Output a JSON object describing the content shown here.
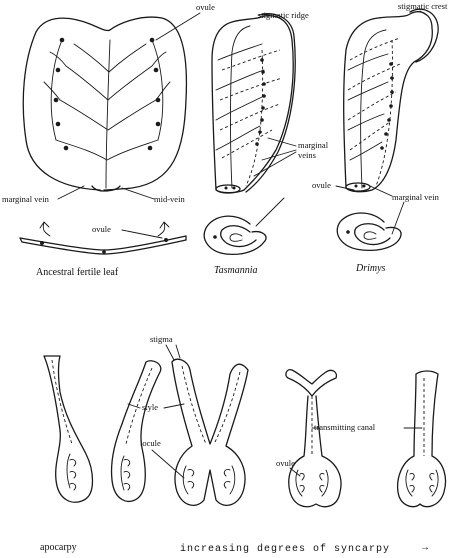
{
  "top": {
    "labels": {
      "ovule_top": "ovule",
      "stigmatic_ridge": "stigmatic ridge",
      "stigmatic_crest": "stigmatic crest",
      "marginal_veins": "marginal\nveins",
      "marginal_vein_left": "marginal vein",
      "mid_vein": "mid-vein",
      "ovule_right": "ovule",
      "marginal_vein_right": "marginal vein",
      "ovule_leaf": "ovule"
    },
    "captions": {
      "ancestral": "Ancestral fertile leaf",
      "tasmannia": "Tasmannia",
      "drimys": "Drimys"
    }
  },
  "bottom": {
    "labels": {
      "stigma": "stigma",
      "style": "style",
      "locule": "locule",
      "transmitting_canal": "transmitting canal",
      "ovule": "ovule"
    },
    "captions": {
      "apocarpy": "apocarpy",
      "syncarpy": "increasing degrees of syncarpy",
      "arrow": "→"
    }
  }
}
